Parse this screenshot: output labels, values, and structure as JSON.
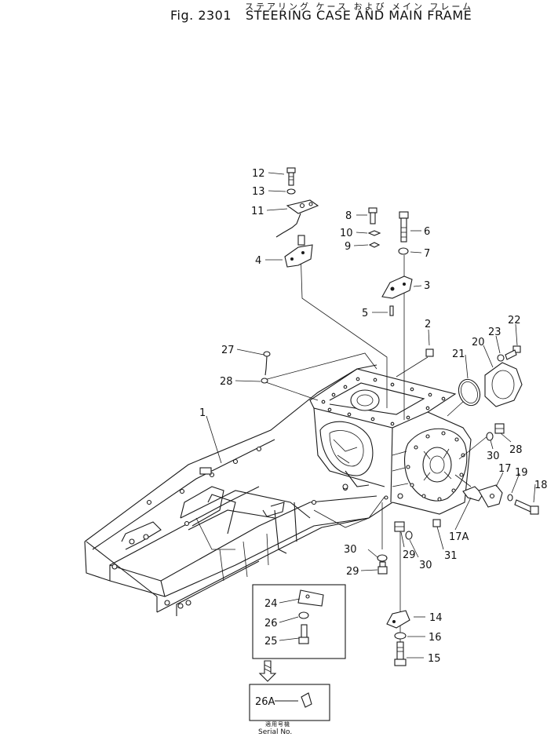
{
  "header": {
    "jp_title": "ステアリング ケース および メイン フレーム",
    "fig_number": "Fig. 2301",
    "title": "STEERING CASE AND MAIN FRAME"
  },
  "callouts": [
    {
      "id": "c1",
      "label": "1"
    },
    {
      "id": "c2",
      "label": "2"
    },
    {
      "id": "c3",
      "label": "3"
    },
    {
      "id": "c4",
      "label": "4"
    },
    {
      "id": "c5",
      "label": "5"
    },
    {
      "id": "c6",
      "label": "6"
    },
    {
      "id": "c7",
      "label": "7"
    },
    {
      "id": "c8",
      "label": "8"
    },
    {
      "id": "c9",
      "label": "9"
    },
    {
      "id": "c10",
      "label": "10"
    },
    {
      "id": "c11",
      "label": "11"
    },
    {
      "id": "c12",
      "label": "12"
    },
    {
      "id": "c13",
      "label": "13"
    },
    {
      "id": "c14",
      "label": "14"
    },
    {
      "id": "c15",
      "label": "15"
    },
    {
      "id": "c16",
      "label": "16"
    },
    {
      "id": "c17",
      "label": "17"
    },
    {
      "id": "c17a",
      "label": "17A"
    },
    {
      "id": "c18",
      "label": "18"
    },
    {
      "id": "c19",
      "label": "19"
    },
    {
      "id": "c20",
      "label": "20"
    },
    {
      "id": "c21",
      "label": "21"
    },
    {
      "id": "c22",
      "label": "22"
    },
    {
      "id": "c23",
      "label": "23"
    },
    {
      "id": "c24",
      "label": "24"
    },
    {
      "id": "c25",
      "label": "25"
    },
    {
      "id": "c26",
      "label": "26"
    },
    {
      "id": "c26a",
      "label": "26A"
    },
    {
      "id": "c27",
      "label": "27"
    },
    {
      "id": "c28a",
      "label": "28"
    },
    {
      "id": "c28b",
      "label": "28"
    },
    {
      "id": "c29a",
      "label": "29"
    },
    {
      "id": "c29b",
      "label": "29"
    },
    {
      "id": "c30a",
      "label": "30"
    },
    {
      "id": "c30b",
      "label": "30"
    },
    {
      "id": "c30c",
      "label": "30"
    },
    {
      "id": "c31",
      "label": "31"
    }
  ],
  "serial": {
    "jp_label": "適用号機",
    "label": "Serial No."
  }
}
